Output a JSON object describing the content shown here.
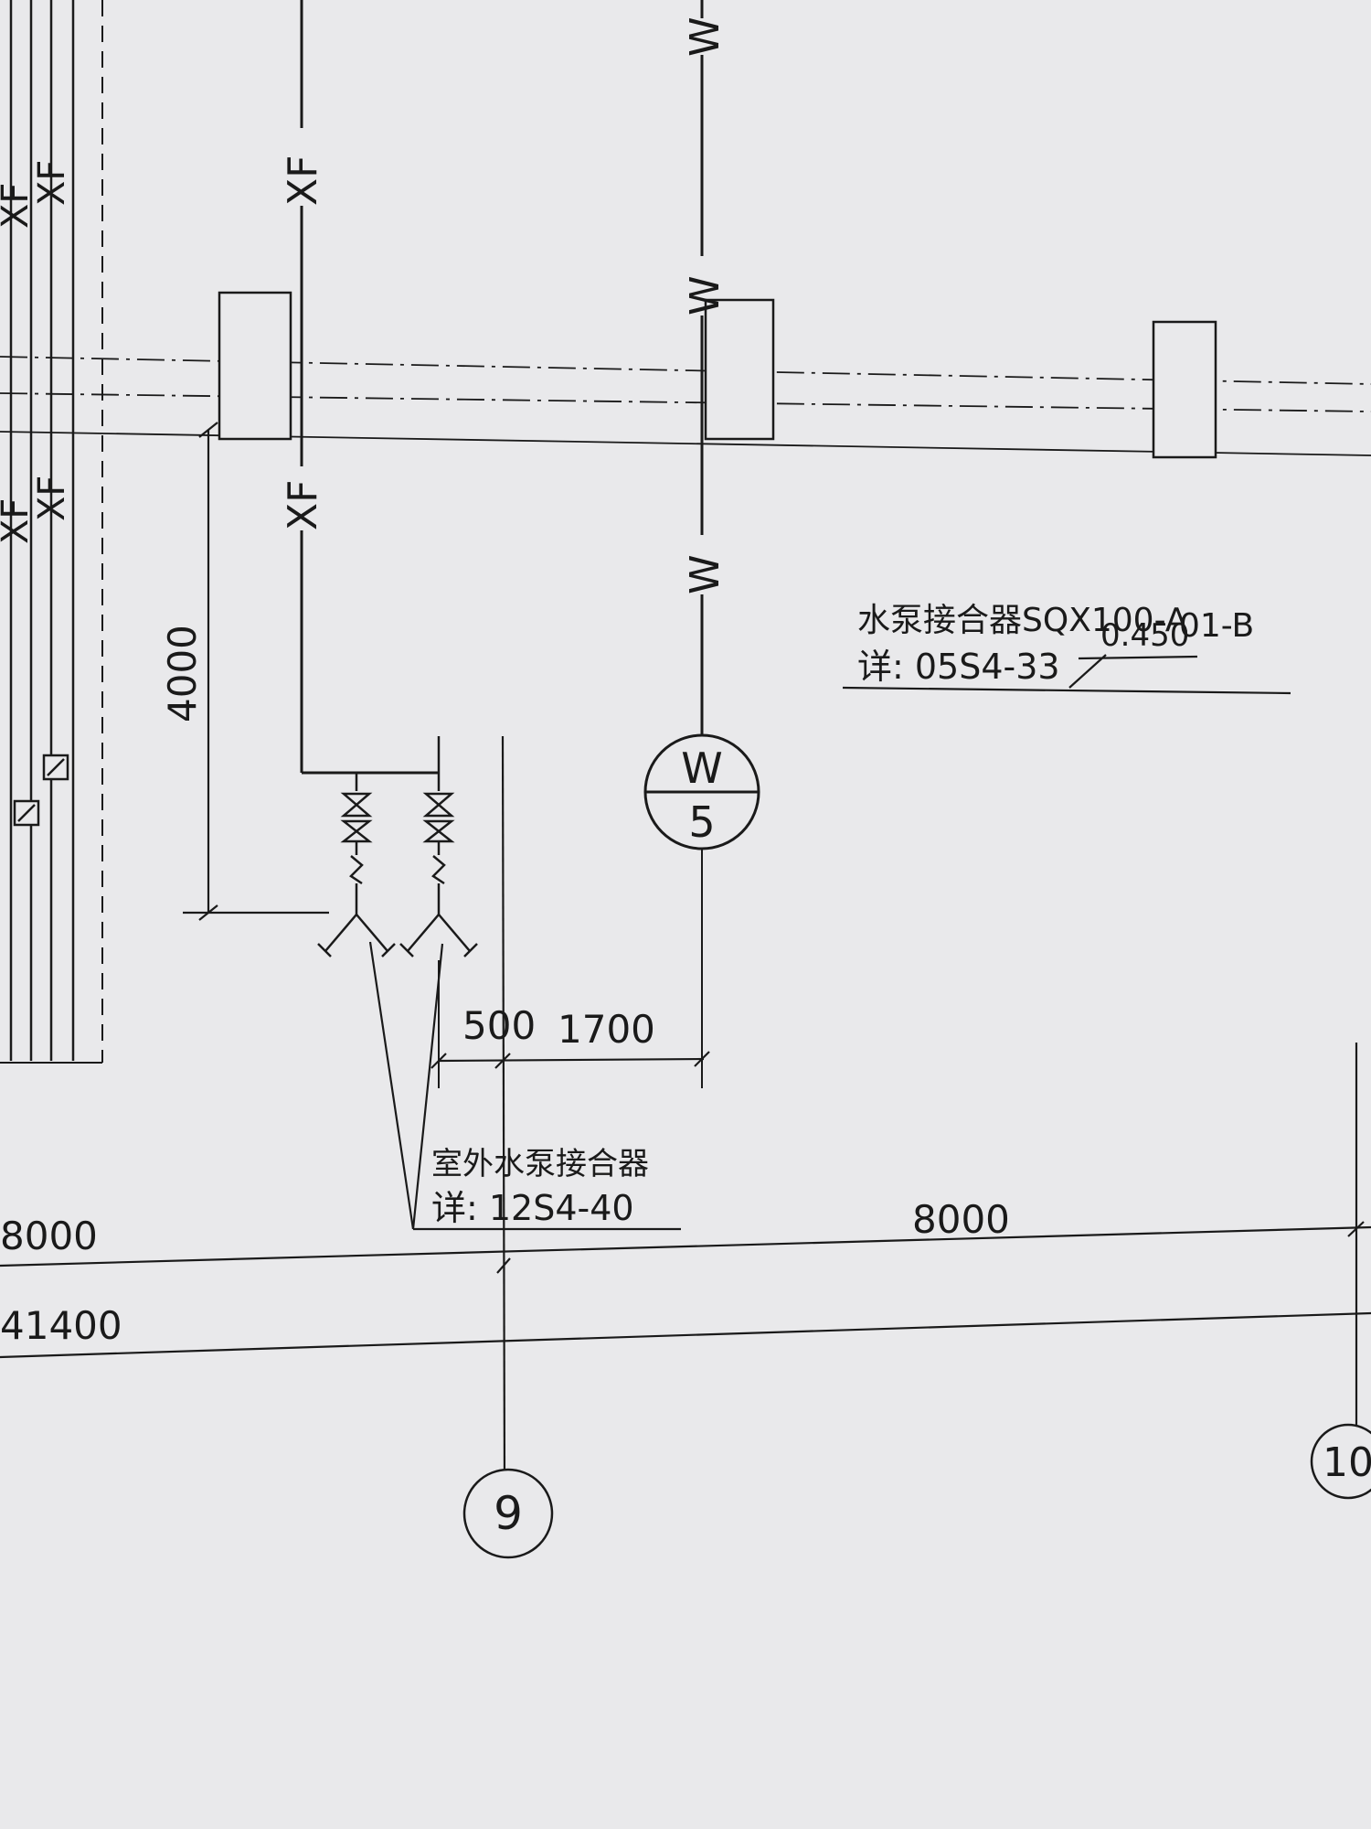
{
  "colors": {
    "paper": "#e9e9eb",
    "ink": "#1a1a1a",
    "dash": "#333333"
  },
  "pipe_labels": {
    "xf": "XF",
    "w": "W"
  },
  "labels": {
    "pump_adapter_title": "水泵接合器SQX100-A",
    "elevation_overlay": "0.450",
    "pump_adapter_suffix": "01-B",
    "pump_adapter_detail": "详: 05S4-33",
    "outdoor_adapter_title": "室外水泵接合器",
    "outdoor_adapter_detail": "详: 12S4-40"
  },
  "dimensions": {
    "height_4000": "4000",
    "dim_500": "500",
    "dim_1700": "1700",
    "span_8000_left": "8000",
    "span_8000_right": "8000",
    "total_41400": "41400"
  },
  "markers": {
    "w_top": "W",
    "w_bottom": "5",
    "grid_9": "9",
    "grid_10": "10"
  },
  "icons": {
    "valve": "gate-valve-icon",
    "check_valve": "check-valve-icon",
    "adapter": "pump-adapter-icon",
    "inspection_well": "inspection-well-icon",
    "grid_axis": "grid-axis-bubble-icon"
  }
}
